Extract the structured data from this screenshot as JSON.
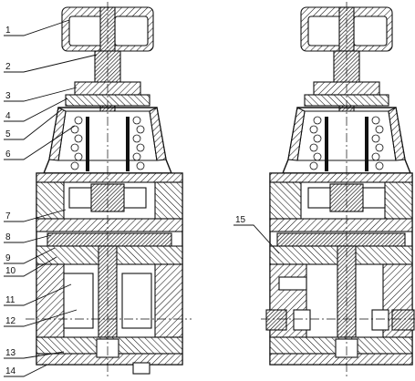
{
  "callouts": [
    {
      "id": "1",
      "text": "1"
    },
    {
      "id": "2",
      "text": "2"
    },
    {
      "id": "3",
      "text": "3"
    },
    {
      "id": "4",
      "text": "4"
    },
    {
      "id": "5",
      "text": "5"
    },
    {
      "id": "6",
      "text": "6"
    },
    {
      "id": "7",
      "text": "7"
    },
    {
      "id": "8",
      "text": "8"
    },
    {
      "id": "9",
      "text": "9"
    },
    {
      "id": "10",
      "text": "10"
    },
    {
      "id": "11",
      "text": "11"
    },
    {
      "id": "12",
      "text": "12"
    },
    {
      "id": "13",
      "text": "13"
    },
    {
      "id": "14",
      "text": "14"
    },
    {
      "id": "15",
      "text": "15"
    }
  ]
}
